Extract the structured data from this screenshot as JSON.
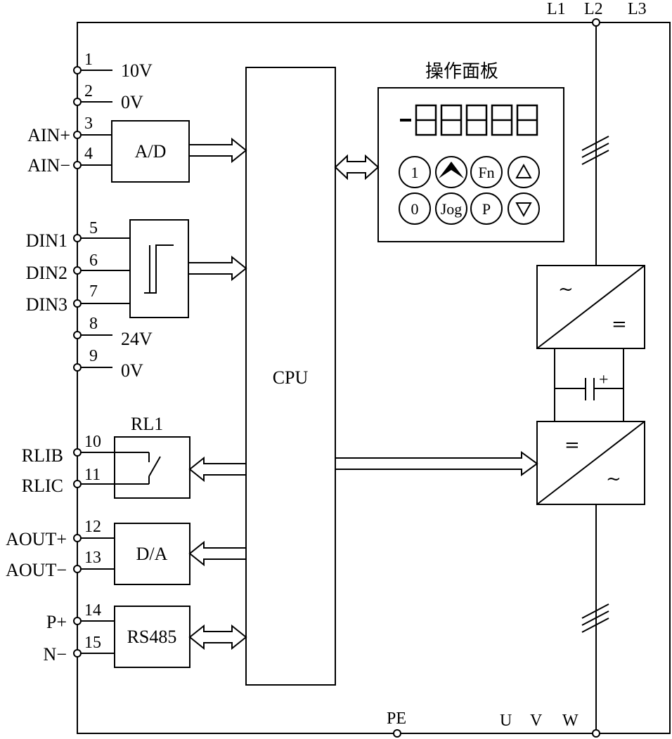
{
  "supply": {
    "l1": "L1",
    "l2": "L2",
    "l3": "L3"
  },
  "outputs": {
    "u": "U",
    "v": "V",
    "w": "W",
    "pe": "PE"
  },
  "pins": {
    "p1": "1",
    "p2": "2",
    "p3": "3",
    "p4": "4",
    "p5": "5",
    "p6": "6",
    "p7": "7",
    "p8": "8",
    "p9": "9",
    "p10": "10",
    "p11": "11",
    "p12": "12",
    "p13": "13",
    "p14": "14",
    "p15": "15"
  },
  "signals": {
    "v10": "10V",
    "v0a": "0V",
    "ain_plus": "AIN+",
    "ain_minus": "AIN−",
    "din1": "DIN1",
    "din2": "DIN2",
    "din3": "DIN3",
    "v24": "24V",
    "v0b": "0V",
    "rlib": "RLIB",
    "rlic": "RLIC",
    "aout_plus": "AOUT+",
    "aout_minus": "AOUT−",
    "p_plus": "P+",
    "n_minus": "N−"
  },
  "blocks": {
    "ad": "A/D",
    "da": "D/A",
    "rs485": "RS485",
    "rl1": "RL1",
    "cpu": "CPU"
  },
  "panel": {
    "title": "操作面板",
    "keys": {
      "k1": "1",
      "fn": "Fn",
      "k0": "0",
      "jog": "Jog",
      "p": "P"
    }
  },
  "converter": {
    "ac": "~",
    "dc": "=",
    "dc2": "=",
    "ac2": "~",
    "cap_plus": "+"
  }
}
